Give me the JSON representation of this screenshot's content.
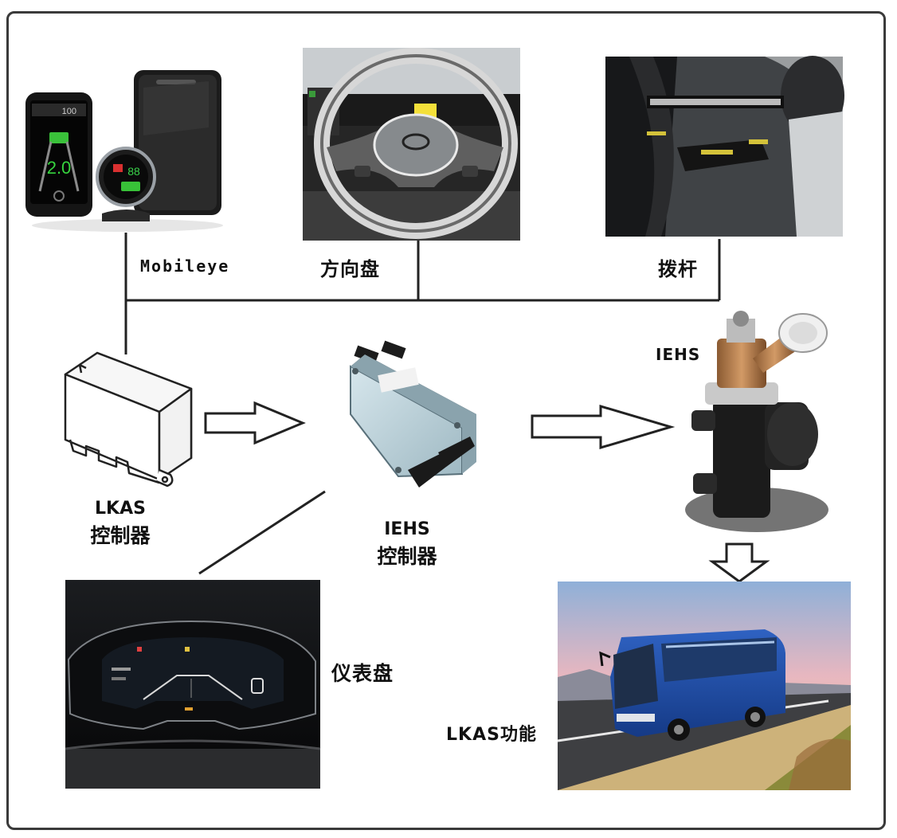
{
  "labels": {
    "mobileye": "Mobileye",
    "steering_wheel": "方向盘",
    "lever": "拨杆",
    "iehs": "IEHS",
    "lkas_controller_line1": "LKAS",
    "lkas_controller_line2": "控制器",
    "iehs_controller_line1": "IEHS",
    "iehs_controller_line2": "控制器",
    "instrument_panel": "仪表盘",
    "lkas_function": "LKAS功能"
  },
  "device_readouts": {
    "phone_top": "100",
    "phone_center": "2.0",
    "gauge": "88"
  },
  "colors": {
    "line": "#222222",
    "frame": "#3a3a3a",
    "bus_blue": "#1d4fa8",
    "sky_pink": "#e9a4a8"
  }
}
